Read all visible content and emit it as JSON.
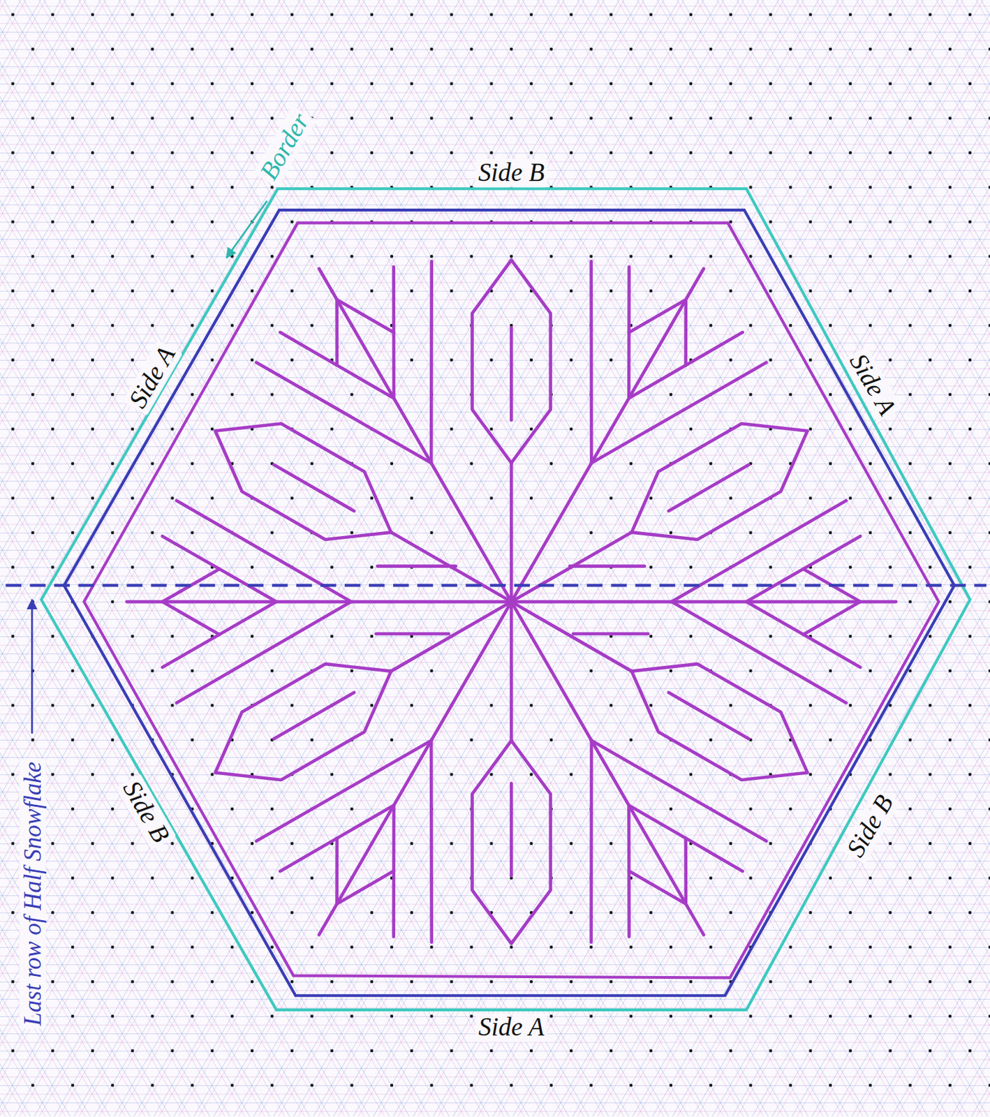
{
  "diagram": {
    "labels": [
      "Border",
      "Side B",
      "Side A",
      "Side A",
      "Last row of Half Snowflake",
      "Side B",
      "Side B",
      "Side A"
    ]
  }
}
